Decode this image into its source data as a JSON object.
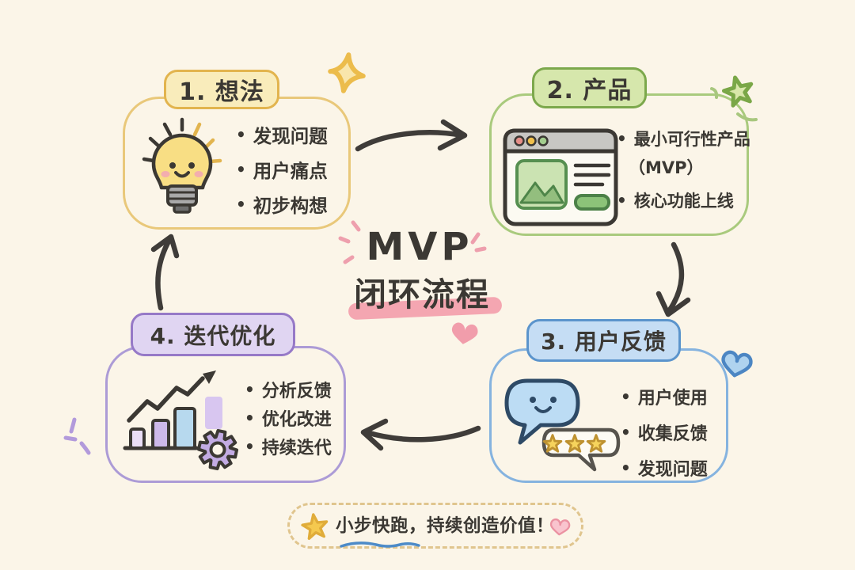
{
  "center": {
    "line1": "MVP",
    "line2": "闭环流程"
  },
  "steps": [
    {
      "title": "1. 想法",
      "icon": "lightbulb-icon",
      "accent": "#E9C87A",
      "bullets": [
        "发现问题",
        "用户痛点",
        "初步构想"
      ]
    },
    {
      "title": "2. 产品",
      "icon": "browser-window-icon",
      "accent": "#A9CA7D",
      "bullets": [
        "最小可行性产品",
        "（MVP）",
        "核心功能上线"
      ]
    },
    {
      "title": "3. 用户反馈",
      "icon": "chat-bubbles-icon",
      "accent": "#85B3DF",
      "bullets": [
        "用户使用",
        "收集反馈",
        "发现问题"
      ]
    },
    {
      "title": "4. 迭代优化",
      "icon": "growth-chart-gear-icon",
      "accent": "#AC9BD6",
      "bullets": [
        "分析反馈",
        "优化改进",
        "持续迭代"
      ]
    }
  ],
  "footer": {
    "text": "小步快跑，持续创造价值！"
  },
  "colors": {
    "background": "#FBF5E8",
    "ink": "#3B3833",
    "pink_highlight": "#F4A6B1",
    "yellow_badge": "#F9ECBB",
    "green_badge": "#D6E7AC",
    "blue_badge": "#C5DDF4",
    "purple_badge": "#E0D5F2"
  }
}
